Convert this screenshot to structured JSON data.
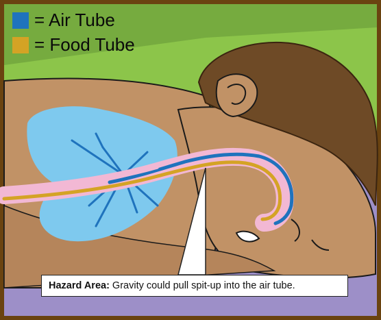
{
  "legend": {
    "items": [
      {
        "label": "= Air Tube",
        "color": "#1f73bd"
      },
      {
        "label": "= Food Tube",
        "color": "#d4a325"
      }
    ]
  },
  "callout": {
    "title": "Hazard Area:",
    "text": "Gravity could pull spit-up into the air tube."
  },
  "colors": {
    "frame": "#6a4310",
    "background_green": "#8cc54a",
    "background_purple": "#9d8fc8",
    "skin": "#c19266",
    "hair": "#6e4a26",
    "lungs": "#7ec9ee",
    "airway": "#1f73bd",
    "food_tube": "#d4a325",
    "tube_outline": "#f2b8d4"
  }
}
